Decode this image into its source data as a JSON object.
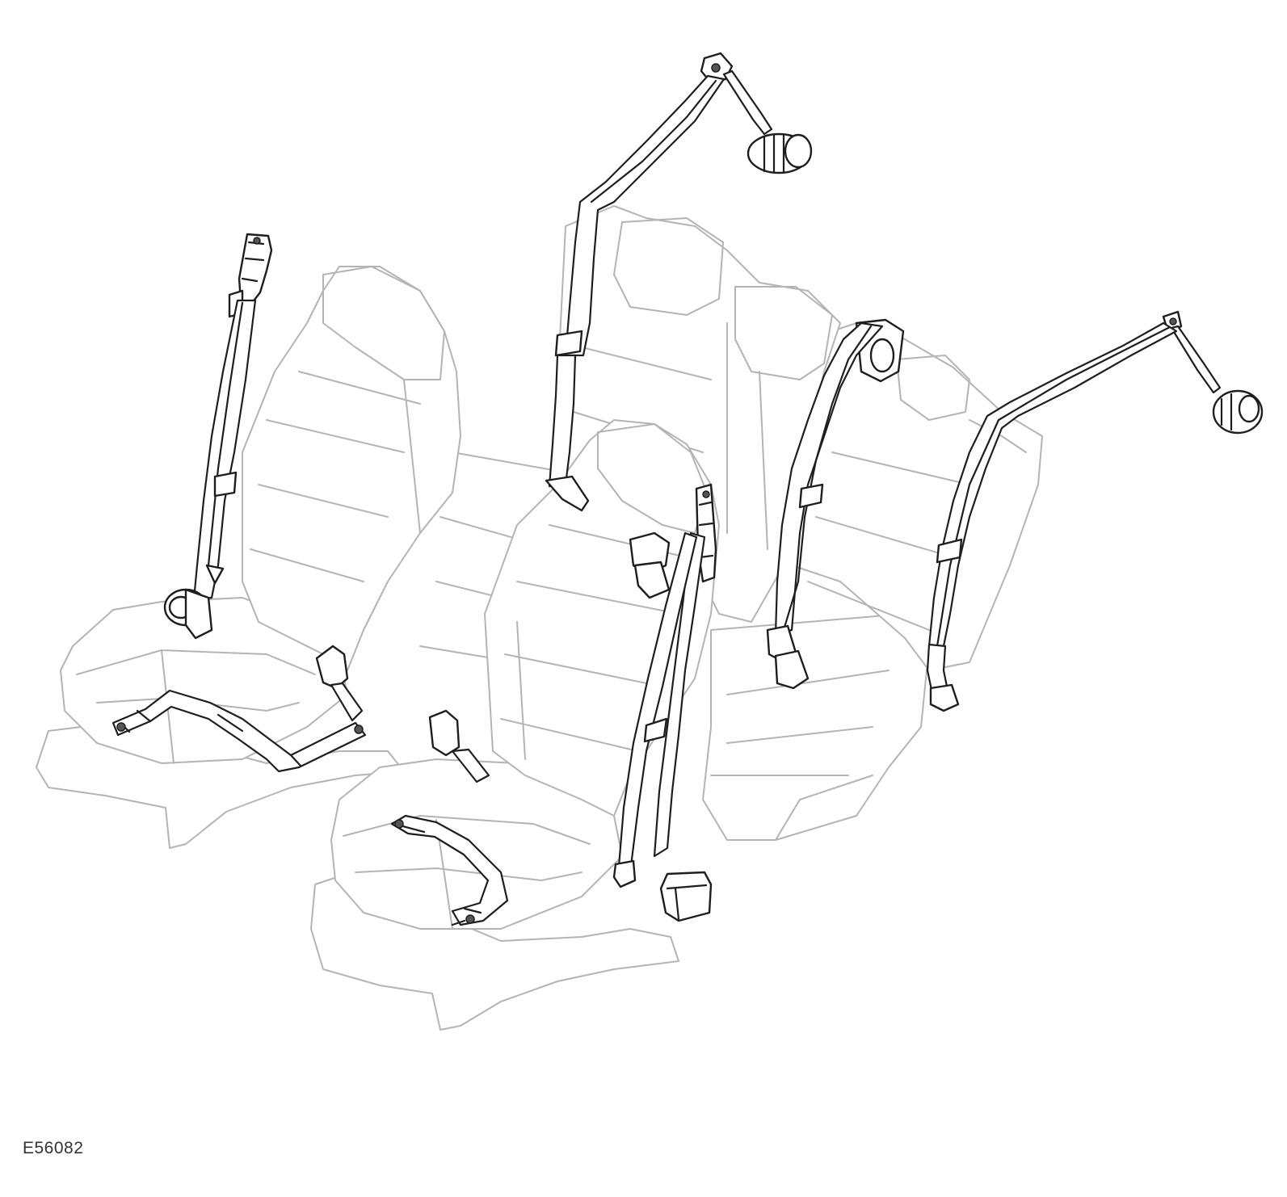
{
  "figure": {
    "id": "E56082"
  },
  "colors": {
    "background": "#ffffff",
    "seat_outline": "#b4b4b4",
    "belt_outline": "#1e1e1e"
  },
  "components": {
    "seats": [
      "front-left-seat",
      "front-right-seat",
      "rear-seat-left-section",
      "rear-seat-right-section"
    ],
    "belts": [
      "front-left-seat-belt",
      "front-right-seat-belt",
      "rear-left-seat-belt",
      "rear-center-seat-belt",
      "rear-right-seat-belt"
    ],
    "icons": [
      "retractor-icon",
      "buckle-icon",
      "anchor-icon",
      "height-adjuster-icon"
    ]
  }
}
